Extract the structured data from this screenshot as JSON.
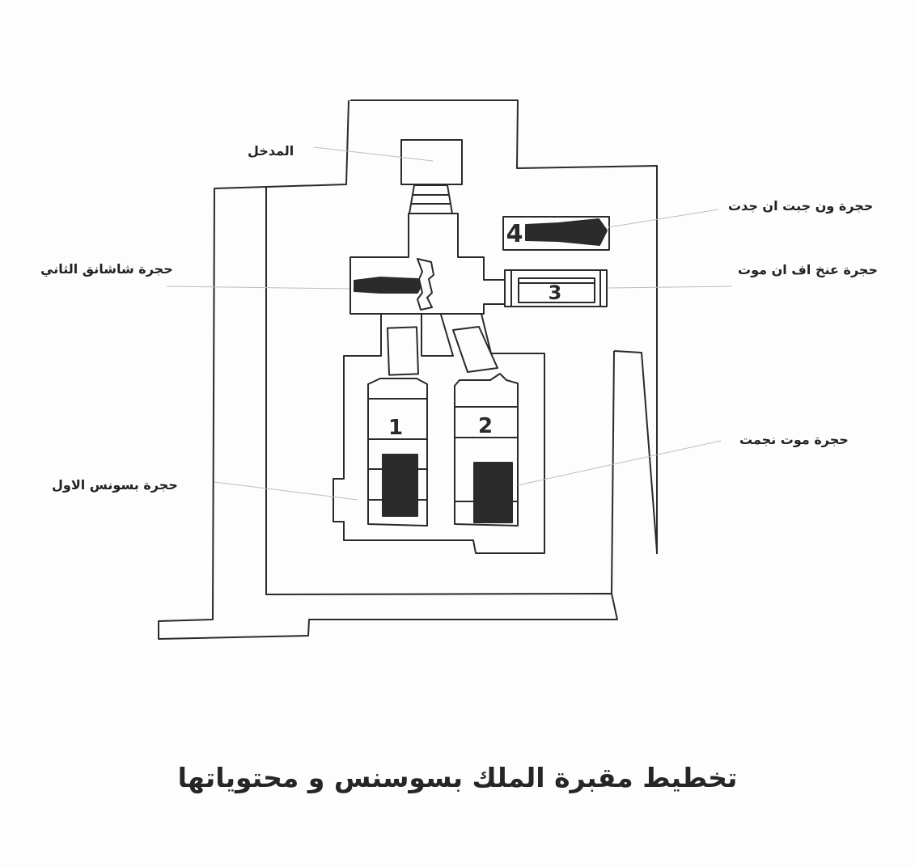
{
  "title": "تخطيط مقبرة الملك بسوسنس و محتوياتها",
  "labels": {
    "entrance": "المدخل",
    "chamber_wendjebauendjed": "حجرة ون جبت ان جدت",
    "chamber_shoshenq": "حجرة شاشانق الثاني",
    "chamber_ankhefenmut": "حجرة عنخ اف ان موت",
    "chamber_mutnedjmet": "حجرة موت نجمت",
    "chamber_psusennes": "حجرة بسونس الاول"
  },
  "room_numbers": {
    "one": "1",
    "two": "2",
    "three": "3",
    "four": "4"
  },
  "colors": {
    "line": "#2a2a2a",
    "fill_dark": "#2b2b2b",
    "leader": "#bdbdbd",
    "background": "#fdfdfd"
  }
}
